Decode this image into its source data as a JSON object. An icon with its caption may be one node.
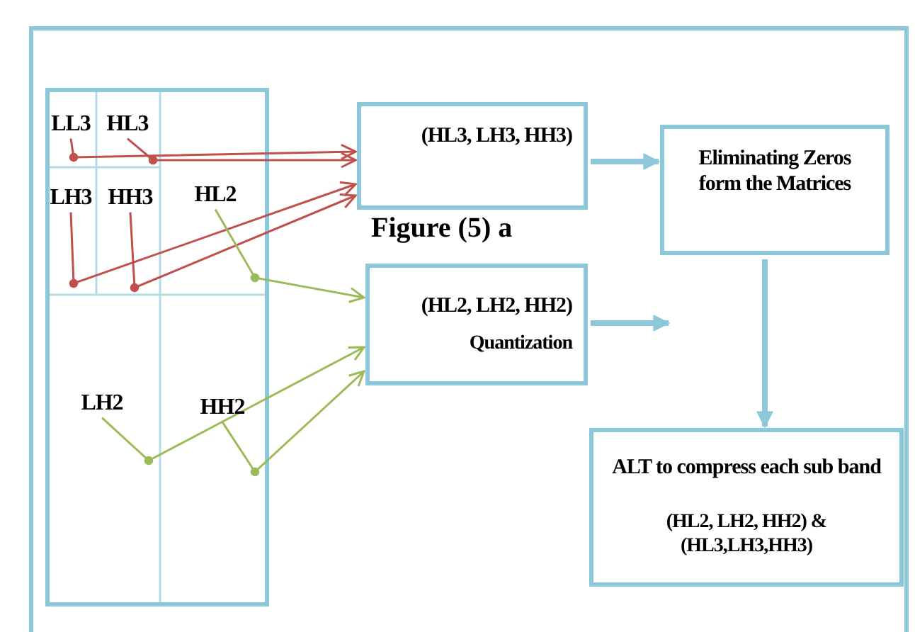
{
  "diagram": {
    "caption": "Figure (5) a",
    "nodes": [
      {
        "text": [],
        "shape": "box"
      },
      {
        "text": [
          "LL3"
        ],
        "in": 0
      },
      {
        "text": [
          "HL3"
        ],
        "in": 0
      },
      {
        "text": [
          "LH3"
        ],
        "in": 0
      },
      {
        "text": [
          "HH3"
        ],
        "in": 0
      },
      {
        "text": [
          "HL2"
        ],
        "in": 0
      },
      {
        "text": [
          "LH2"
        ],
        "in": 0
      },
      {
        "text": [
          "HH2"
        ],
        "in": 0
      },
      {
        "text": [
          "(HL3, LH3, HH3)"
        ]
      },
      {
        "text": [
          "Eliminating Zeros form the Matrices"
        ]
      },
      {
        "text": [
          "(HL2, LH2, HH2)",
          "Quantization"
        ]
      },
      {
        "text": [
          "ALT to compress each sub band",
          "(HL2, LH2, HH2) &(HL3,LH3,HH3)"
        ]
      }
    ],
    "edges": [
      {
        "from": 1,
        "to": 8,
        "arrow": "to",
        "color": "#c0504d"
      },
      {
        "from": 2,
        "to": 8,
        "arrow": "to",
        "color": "#c0504d"
      },
      {
        "from": 3,
        "to": 8,
        "arrow": "to",
        "color": "#c0504d"
      },
      {
        "from": 4,
        "to": 8,
        "arrow": "to",
        "color": "#c0504d"
      },
      {
        "from": 5,
        "to": 10,
        "arrow": "to",
        "color": "#9bbb59"
      },
      {
        "from": 6,
        "to": 10,
        "arrow": "to",
        "color": "#9bbb59"
      },
      {
        "from": 7,
        "to": 10,
        "arrow": "to",
        "color": "#9bbb59"
      },
      {
        "from": 8,
        "to": 9,
        "arrow": "to",
        "style": "thick",
        "color": "#8cc8da"
      },
      {
        "from": 10,
        "to": null,
        "arrow": "to",
        "style": "thick",
        "color": "#8cc8da"
      },
      {
        "from": 9,
        "to": 11,
        "arrow": "to",
        "style": "thick",
        "color": "#8cc8da"
      }
    ]
  }
}
